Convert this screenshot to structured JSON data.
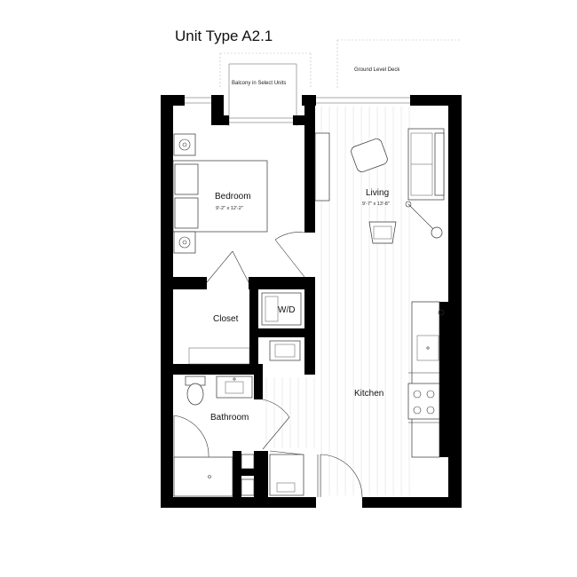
{
  "title": "Unit Type A2.1",
  "annotations": {
    "balcony": "Balcony in Select Units",
    "deck": "Ground Level Deck"
  },
  "rooms": {
    "bedroom": {
      "name": "Bedroom",
      "dims": "9'-2\" x 12'-2\""
    },
    "living": {
      "name": "Living",
      "dims": "9'-7\" x 13'-8\""
    },
    "closet": {
      "name": "Closet"
    },
    "wd": {
      "name": "W/D"
    },
    "bathroom": {
      "name": "Bathroom"
    },
    "kitchen": {
      "name": "Kitchen"
    }
  },
  "colors": {
    "wall": "#000000",
    "line": "#333333",
    "floor": "#d8d8d8"
  }
}
